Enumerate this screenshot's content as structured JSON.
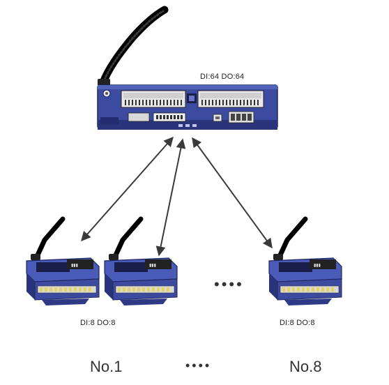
{
  "master": {
    "io_label": "DI:64  DO:64"
  },
  "nodes": [
    {
      "io_label": "DI:8  DO:8",
      "number": "No.1"
    },
    {
      "io_label": "DI:8  DO:8",
      "number": "No.8"
    }
  ],
  "between_nodes": "••••",
  "between_numbers": "••••",
  "colors": {
    "device_blue": "#3c4aa0",
    "device_dark": "#232c6e",
    "arrow": "#3a3a3a",
    "antenna": "#1a1a1a"
  }
}
